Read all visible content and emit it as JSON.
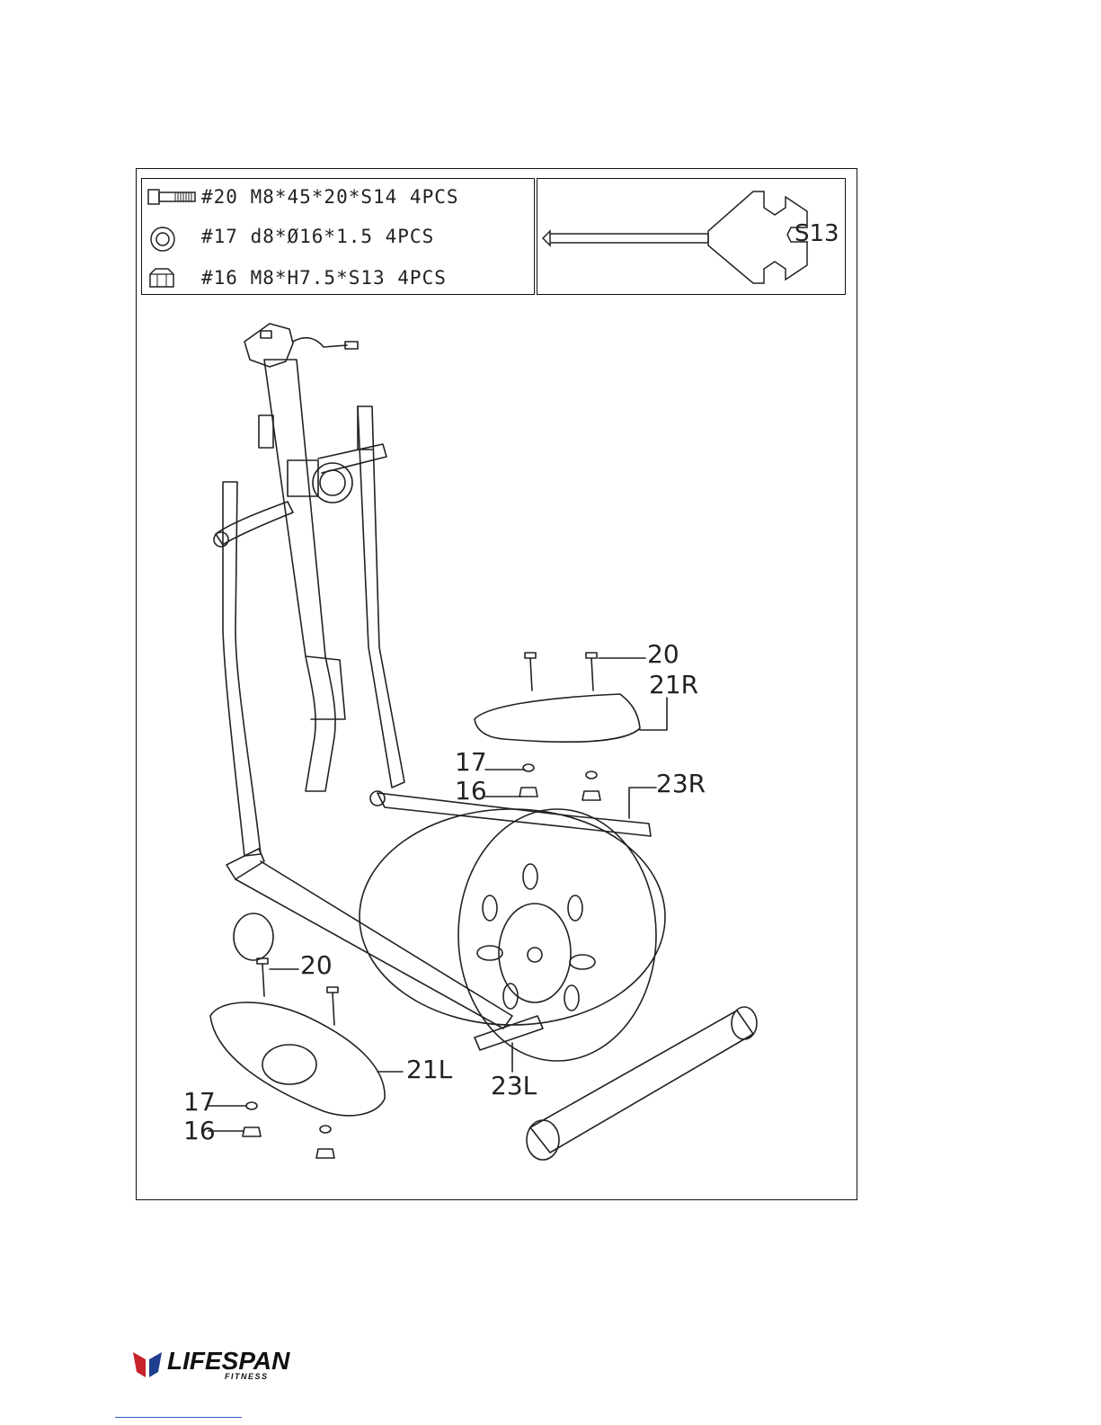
{
  "hardware": [
    {
      "icon": "bolt-icon",
      "text": "#20 M8*45*20*S14 4PCS"
    },
    {
      "icon": "washer-icon",
      "text": "#17 d8*Ø16*1.5 4PCS"
    },
    {
      "icon": "nut-icon",
      "text": "#16 M8*H7.5*S13 4PCS"
    }
  ],
  "tool": {
    "icon": "wrench-screwdriver-icon",
    "label": "S13"
  },
  "callouts": {
    "bolt_right": "20",
    "pedal_right": "21R",
    "washer_right": "17",
    "nut_right": "16",
    "pedal_arm_right": "23R",
    "bolt_left": "20",
    "pedal_left": "21L",
    "pedal_arm_left": "23L",
    "washer_left": "17",
    "nut_left": "16"
  },
  "brand": {
    "name": "LIFESPAN",
    "sub": "FITNESS",
    "mark_color_1": "#c8222a",
    "mark_color_2": "#1f3f8f"
  }
}
